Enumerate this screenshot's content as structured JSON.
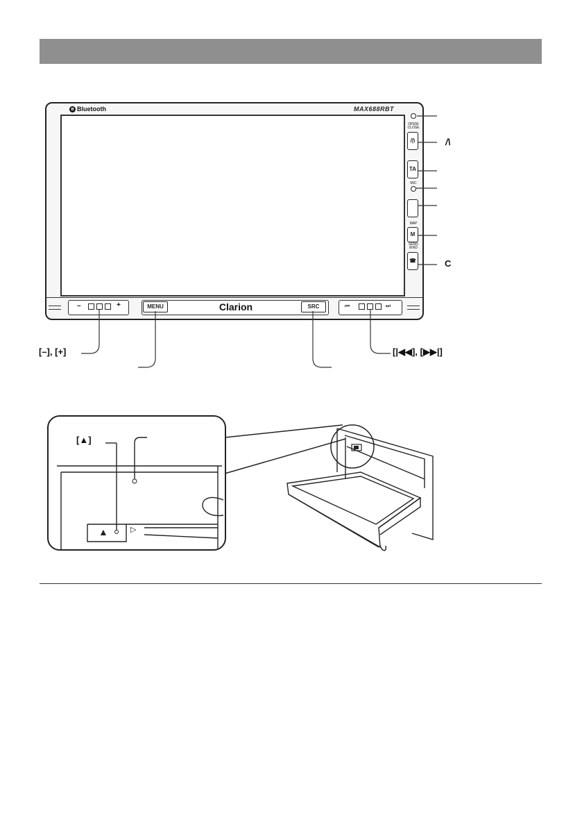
{
  "page": {
    "section_header": ""
  },
  "unit": {
    "bluetooth_label": "Bluetooth",
    "bluetooth_symbol": "ʙ",
    "model": "MAX688RBT",
    "brand": "Clarion",
    "menu_label": "MENU",
    "src_label": "SRC",
    "vol_minus": "–",
    "vol_plus": "+",
    "prev_glyph": "⏮",
    "next_glyph": "⏭",
    "open_close_label": "OPEN/\nCLOSE",
    "open_close_btn": "/|\\",
    "ta_label": "TA",
    "mic_label": "MIC",
    "map_label": "MAP",
    "map_btn": "M",
    "send_label": "SEND\n/END",
    "send_btn": "☎"
  },
  "callouts": {
    "vol": "[–], [+]",
    "track": "[|◀◀], [▶▶|]",
    "open_close": "/\\",
    "send": "C"
  },
  "zoom": {
    "eject_label": "[▲]",
    "eject_glyph": "▲",
    "arrow_glyph": "▷"
  },
  "colors": {
    "header_bar": "#8f8f8f",
    "ink": "#222222"
  }
}
